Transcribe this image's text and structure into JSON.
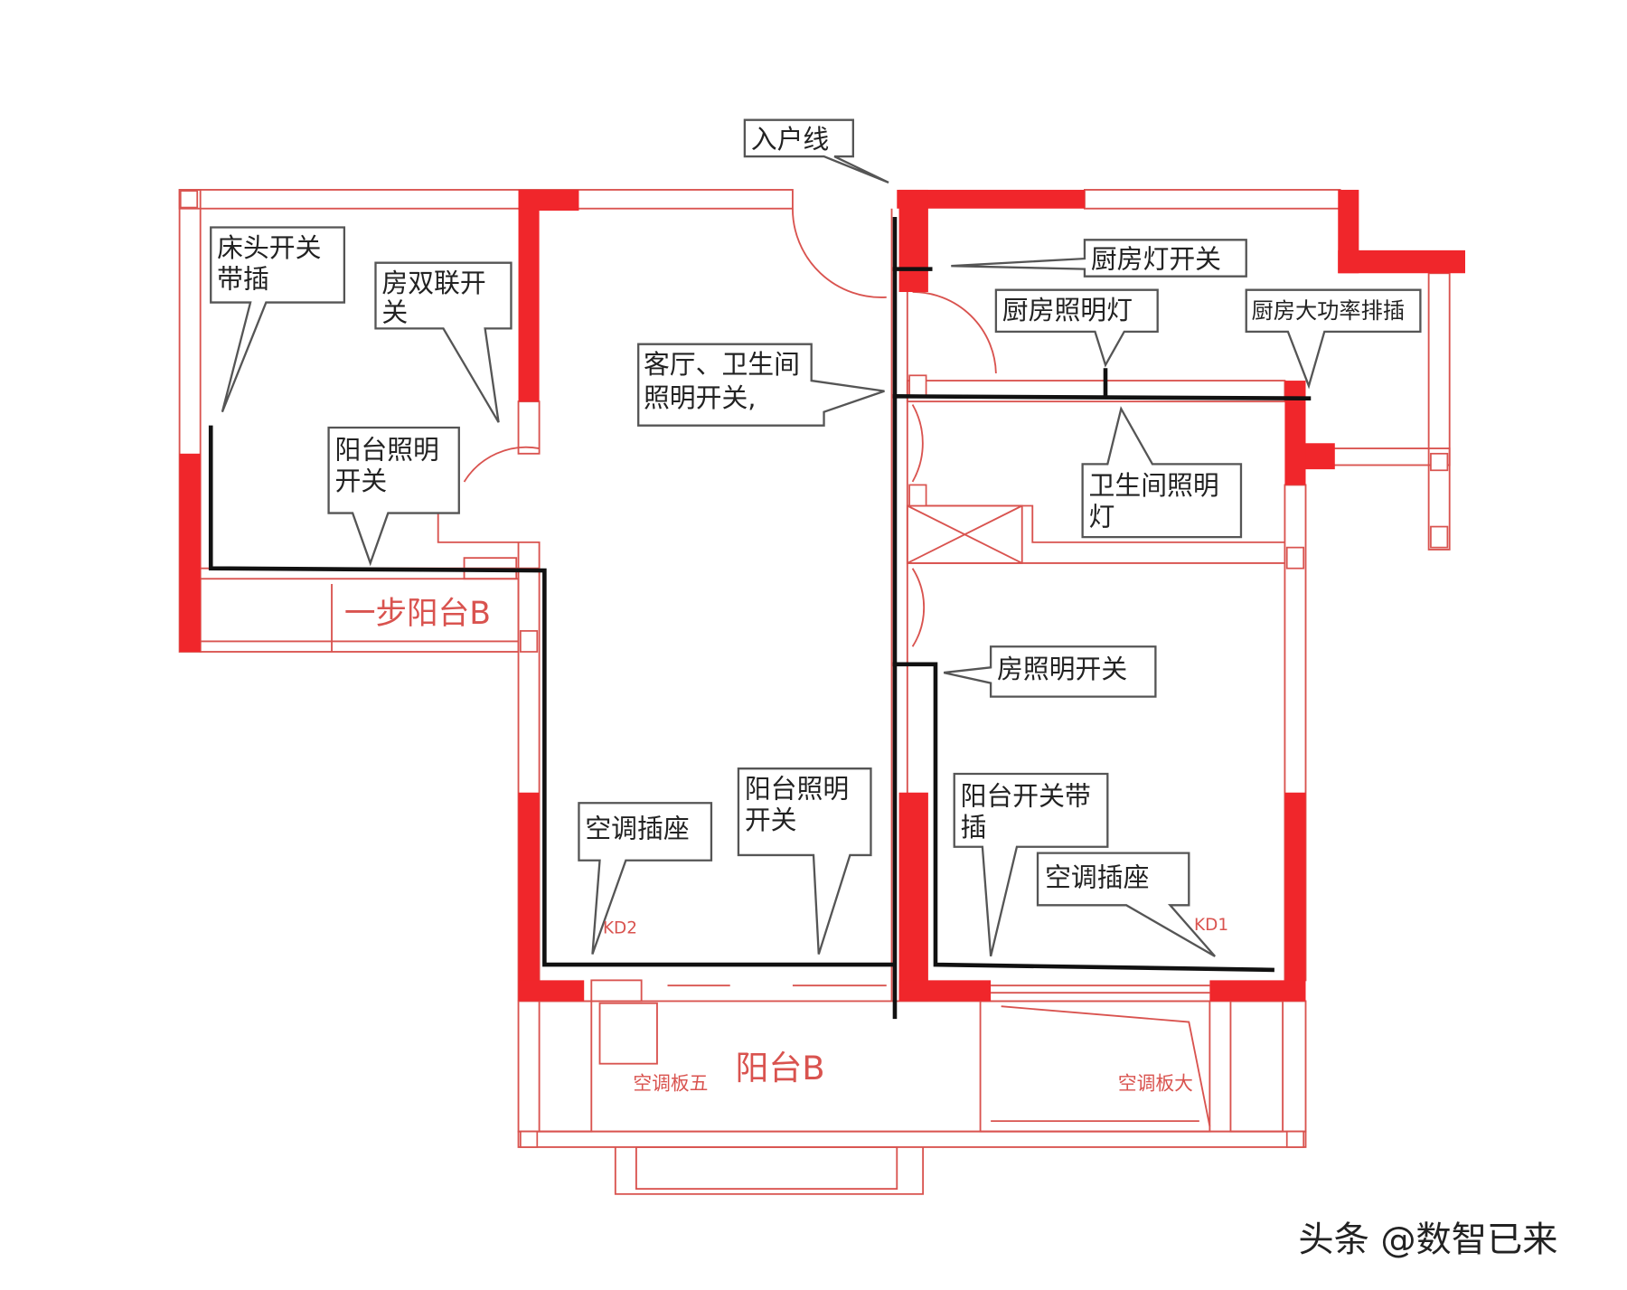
{
  "callouts": {
    "entry_line": "入户线",
    "bedside_switch": [
      "床头开关",
      "带插"
    ],
    "double_switch": [
      "房双联开",
      "关"
    ],
    "balcony_light_switch_left": [
      "阳台照明",
      "开关"
    ],
    "living_bath_switch": [
      "客厅、卫生间",
      "照明开关,"
    ],
    "kitchen_light_switch": "厨房灯开关",
    "kitchen_light": "厨房照明灯",
    "kitchen_power_strip": "厨房大功率排插",
    "bathroom_light": [
      "卫生间照明",
      "灯"
    ],
    "room_light_switch": "房照明开关",
    "balcony_light_switch_mid": [
      "阳台照明",
      "开关"
    ],
    "ac_socket_left": "空调插座",
    "balcony_switch_socket": [
      "阳台开关带",
      "插"
    ],
    "ac_socket_right": "空调插座"
  },
  "cad_labels": {
    "small_balcony": "一步阳台B",
    "balcony": "阳台B",
    "ac_board_left": "空调板五",
    "ac_board_right": "空调板大",
    "kd2": "KD2",
    "kd1": "KD1"
  },
  "watermark": "头条 @数智已来",
  "colors": {
    "wall_red": "#f0262b",
    "cad_line": "#d9534f",
    "wire": "#111111"
  }
}
